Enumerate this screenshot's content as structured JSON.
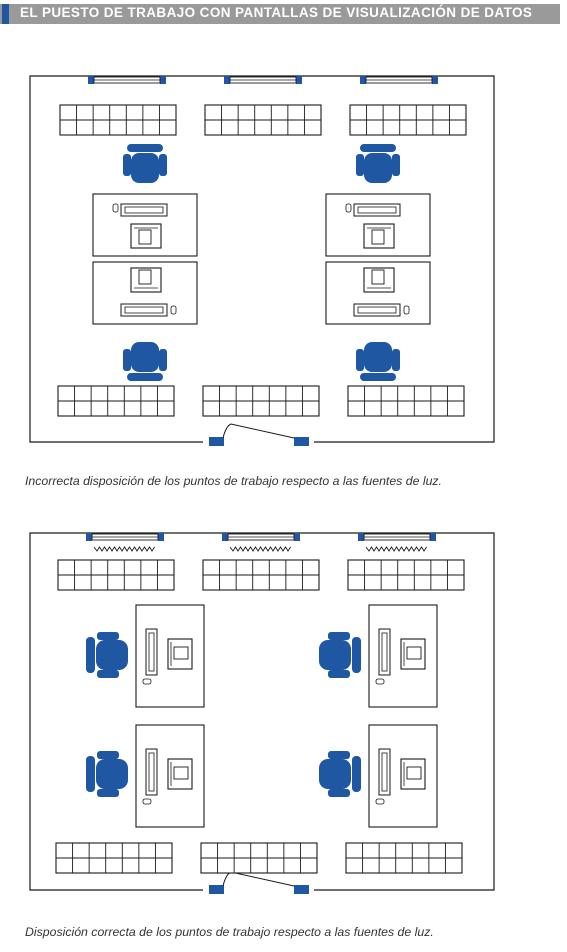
{
  "header": {
    "title": "EL PUESTO DE TRABAJO CON PANTALLAS DE VISUALIZACIÓN DE DATOS",
    "accent_color": "#1f57a3",
    "band_color": "#9a9a9a"
  },
  "diagrams": [
    {
      "caption": "Incorrecta disposición de los puntos de trabajo respecto a las fuentes de luz.",
      "windows": 3,
      "shelf_units": 6,
      "workstations": 4,
      "chairs": 4,
      "window_sunlight_icons": false
    },
    {
      "caption": "Disposición correcta de los puntos de trabajo respecto a las fuentes de luz.",
      "windows": 3,
      "shelf_units": 6,
      "workstations": 4,
      "chairs": 4,
      "window_sunlight_icons": true
    }
  ],
  "colors": {
    "chair": "#1f57a3",
    "line": "#1a1a1a"
  }
}
